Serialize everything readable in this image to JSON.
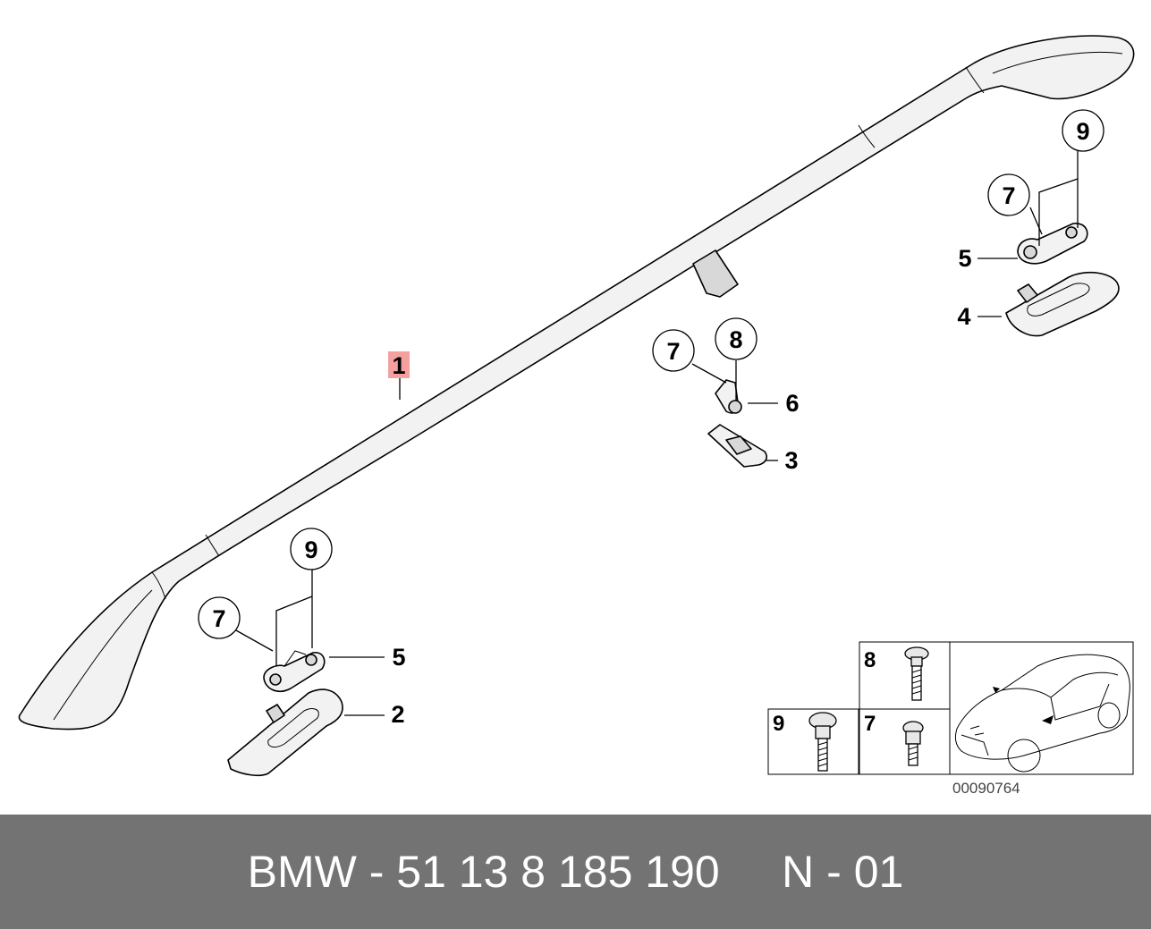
{
  "callouts": {
    "c1": "1",
    "c2": "2",
    "c3": "3",
    "c4": "4",
    "c5a": "5",
    "c5b": "5",
    "c6": "6",
    "c7a": "7",
    "c7b": "7",
    "c7c": "7",
    "c8": "8",
    "c9a": "9",
    "c9b": "9"
  },
  "legend": {
    "item8": "8",
    "item9": "9",
    "item7": "7"
  },
  "diagram_code": "00090764",
  "footer": {
    "text": "BMW - 51 13 8 185 190     N - 01"
  },
  "colors": {
    "footer_bg": "#737373",
    "highlight": "#f4a0a0",
    "footer_text": "#ffffff"
  }
}
